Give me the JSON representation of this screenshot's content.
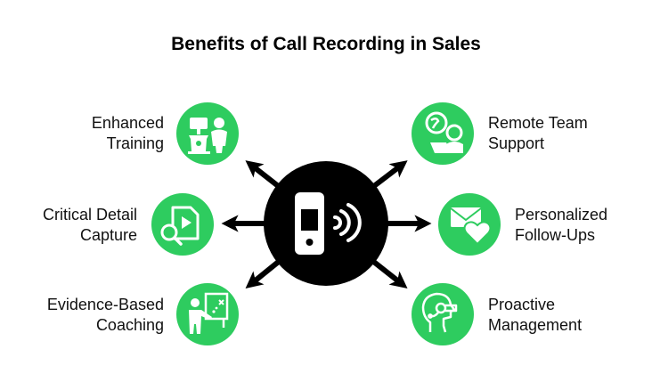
{
  "title": "Benefits of Call Recording in Sales",
  "colors": {
    "accent_green": "#2ECC5F",
    "hub_black": "#000000",
    "icon_white": "#FFFFFF",
    "text": "#111111"
  },
  "hub": {
    "icon": "phone-recording-icon"
  },
  "benefits": [
    {
      "id": "enhanced-training",
      "line1": "Enhanced",
      "line2": "Training",
      "icon": "trainer-presentation-icon",
      "side": "left"
    },
    {
      "id": "critical-detail-capture",
      "line1": "Critical Detail",
      "line2": "Capture",
      "icon": "video-file-search-icon",
      "side": "left"
    },
    {
      "id": "evidence-based-coaching",
      "line1": "Evidence-Based",
      "line2": "Coaching",
      "icon": "coach-whiteboard-icon",
      "side": "left"
    },
    {
      "id": "remote-team-support",
      "line1": "Remote Team",
      "line2": "Support",
      "icon": "globe-laptop-user-icon",
      "side": "right"
    },
    {
      "id": "personalized-follow-ups",
      "line1": "Personalized",
      "line2": "Follow-Ups",
      "icon": "envelope-heart-icon",
      "side": "right"
    },
    {
      "id": "proactive-management",
      "line1": "Proactive",
      "line2": "Management",
      "icon": "head-headset-icon",
      "side": "right"
    }
  ]
}
